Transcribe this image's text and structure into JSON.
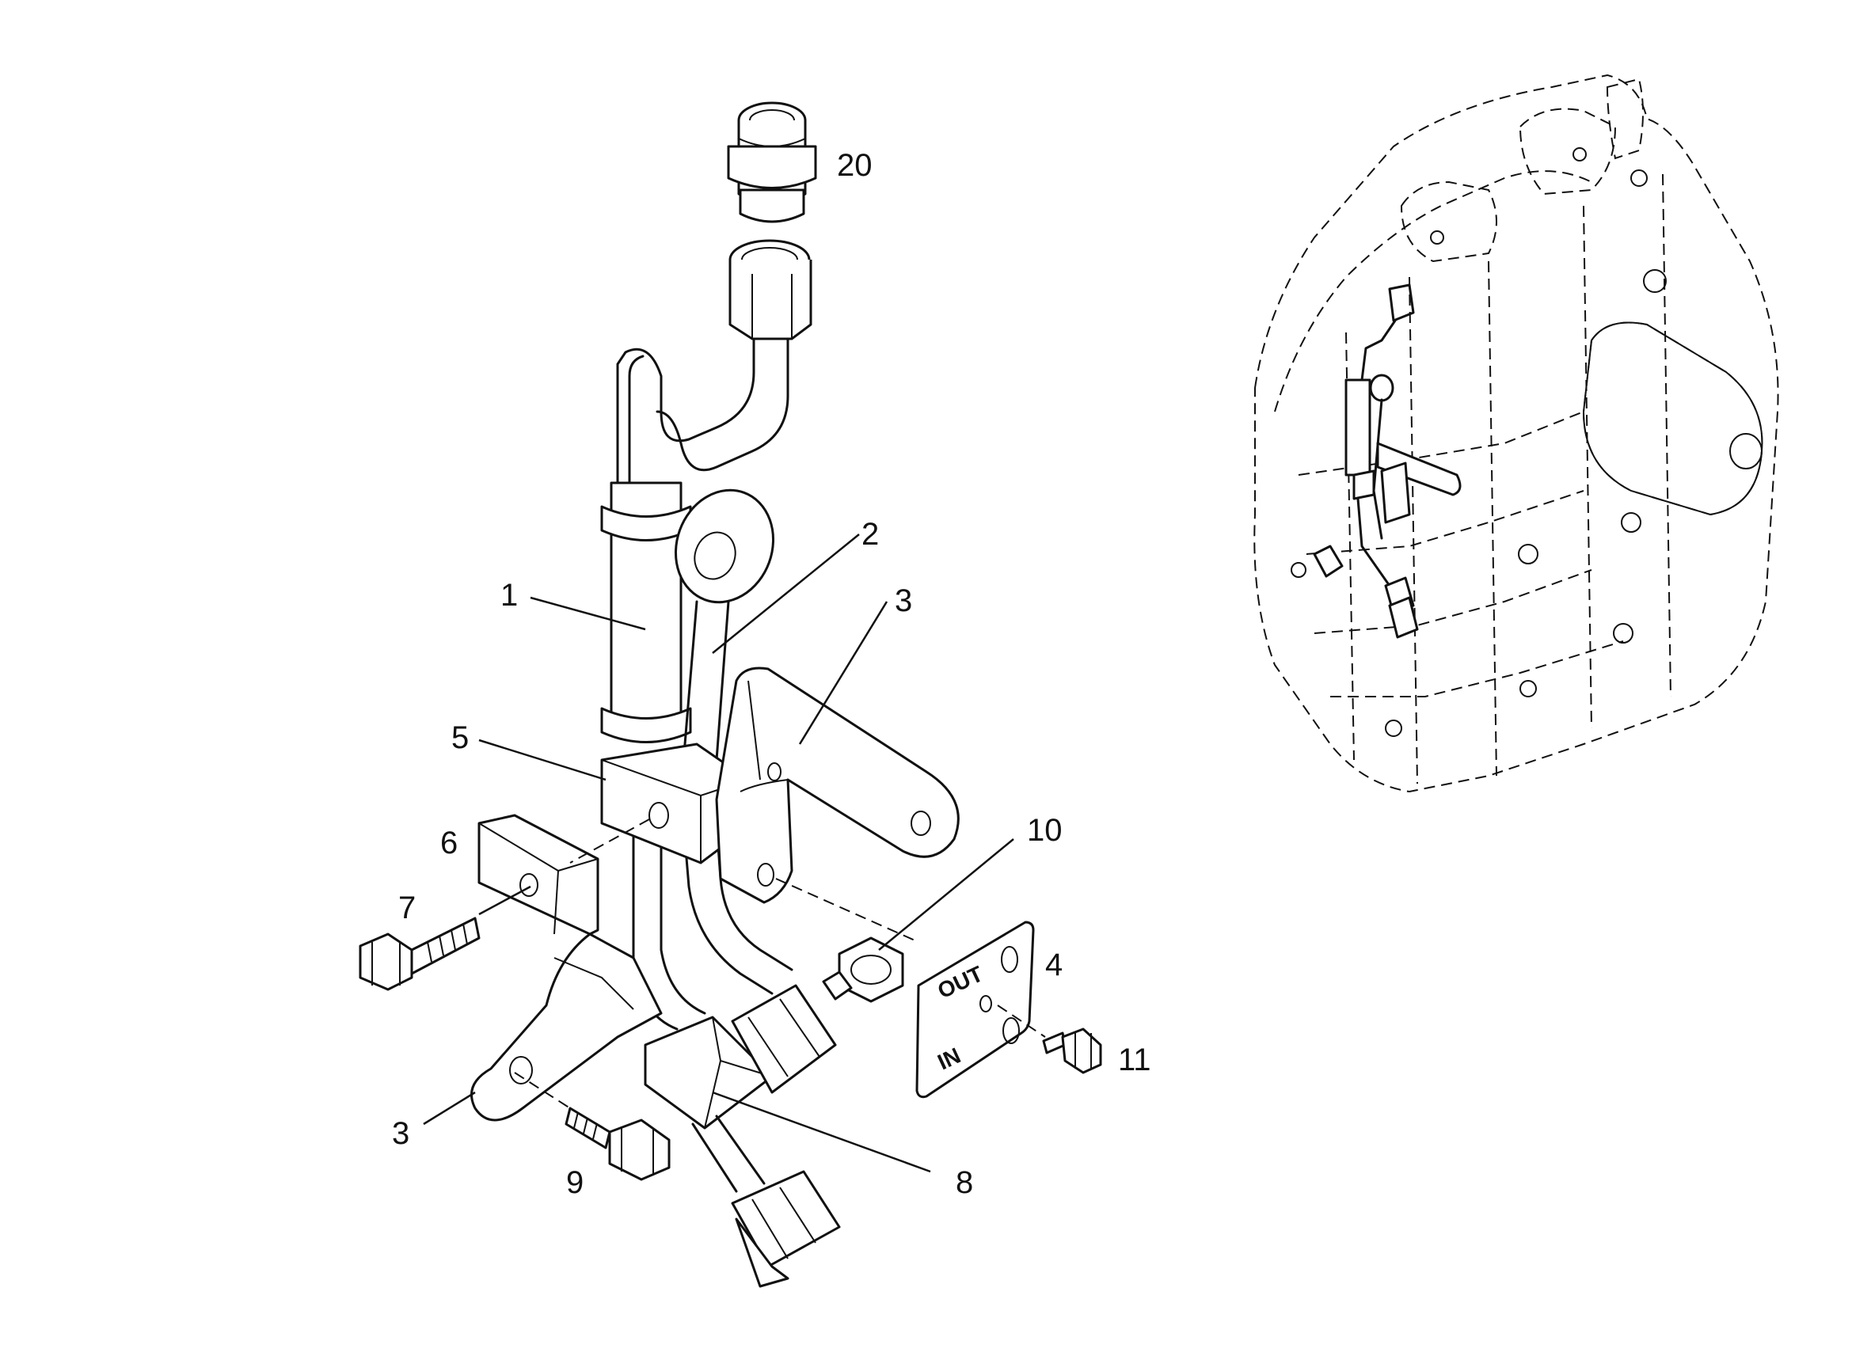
{
  "callouts": {
    "c1": "1",
    "c2": "2",
    "c3_upper": "3",
    "c3_lower": "3",
    "c4": "4",
    "c5": "5",
    "c6": "6",
    "c7": "7",
    "c8": "8",
    "c9": "9",
    "c10": "10",
    "c11": "11",
    "c20": "20"
  },
  "plate": {
    "out_label": "OUT",
    "in_label": "IN"
  }
}
